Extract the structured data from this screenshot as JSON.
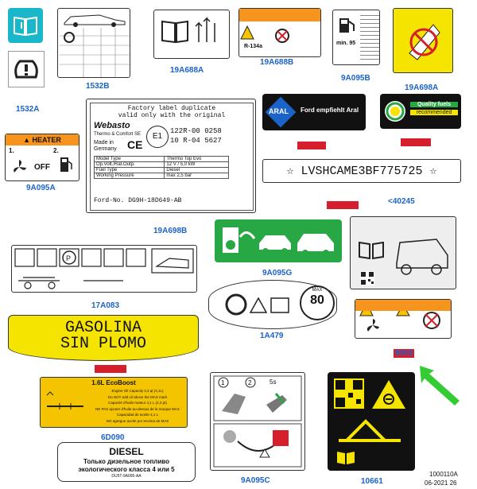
{
  "labels": {
    "l1532A": "1532A",
    "l1532B": "1532B",
    "l19A688A": "19A688A",
    "l19A688B": "19A688B",
    "l9A095B": "9A095B",
    "l19A698A": "19A698A",
    "l9A095A": "9A095A",
    "l19A698B": "19A698B",
    "l40245": "<40245",
    "l9A095G": "9A095G",
    "l17A083": "17A083",
    "l1A479": "1A479",
    "l8653": "8653",
    "l6D090": "6D090",
    "l9A095C": "9A095C",
    "l10661": "10661"
  },
  "heater": {
    "title": "HEATER",
    "n1": "1.",
    "n2": "2.",
    "off": "OFF"
  },
  "webasto": {
    "header1": "Factory label duplicate",
    "header2": "valid only with the original",
    "brand": "Webasto",
    "sub": "Thermo & Comfort SE",
    "made1": "Made in",
    "made2": "Germany",
    "ece": "E1",
    "code1": "122R-00 0258",
    "code2": "10 R-04 5627",
    "rows": [
      [
        "Model Type",
        "Thermo Top Evo"
      ],
      [
        "Op.Volt./Rat.Outp.",
        "12 V / 5,0 kW"
      ],
      [
        "Fuel Type",
        "Diesel"
      ],
      [
        "Working Pressure",
        "max 2,5 bar"
      ]
    ],
    "ford": "Ford-No. DG9H-18D649-AB"
  },
  "aral": {
    "logo": "ARAL",
    "text": "Ford empfiehlt Aral"
  },
  "qualityfuels": {
    "line1": "Quality fuels",
    "line2": "recommended"
  },
  "vin": {
    "value": "☆ LVSHCAME3BF775725 ☆"
  },
  "a188": {
    "label": "R-134a"
  },
  "fuel95": {
    "text": "min. 95"
  },
  "tire": {
    "speed": "80",
    "max": "MAX"
  },
  "gasolina": {
    "line1": "GASOLINA",
    "line2": "SIN PLOMO"
  },
  "oil": {
    "title": "1.6L EcoBoost",
    "lines": [
      "Engine Oil Capacity 4,3 qt (4,1L)",
      "Do NOT add oil above the MAX mark",
      "Capacité d'huile moteur 4,1 L (4,3 pt)",
      "NE PAS ajouter d'huile au-dessus de la marque MAX",
      "Capacidad de aceite 4,1 L",
      "NO agregue aceite por encima de MAX"
    ]
  },
  "diesel": {
    "title": "DIESEL",
    "line1": "Только дизельное топливо",
    "line2": "экологического класса 4 или 5",
    "code": "DU5T-9A095-AA"
  },
  "sec5": "5s",
  "footer": {
    "ref": "1000110A",
    "date": "06-2021 26"
  },
  "colors": {
    "label_blue": "#1c63c9",
    "highlight_red": "#d61f2c",
    "arrow_green": "#33cc33",
    "heater_orange": "#f7941d",
    "bp_green": "#27a844",
    "yellow": "#f5e400"
  }
}
